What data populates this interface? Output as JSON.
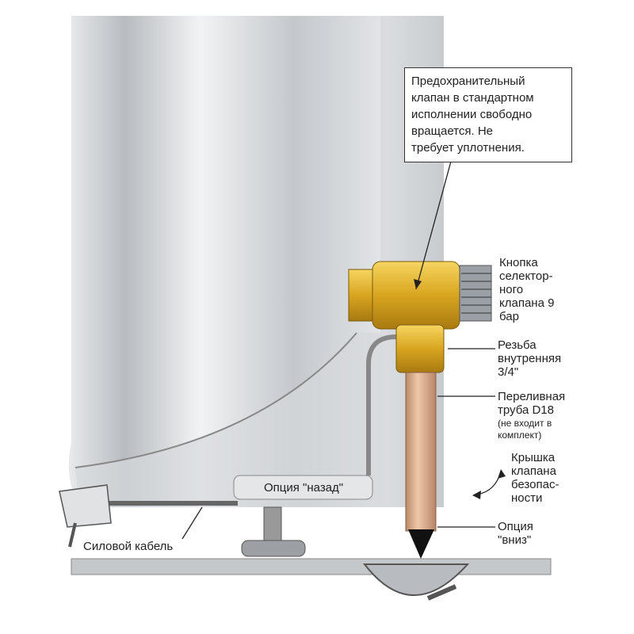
{
  "callout": {
    "text": "Предохранительный\nклапан в стандартном\nисполнении свободно\nвращается. Не\nтребует уплотнения."
  },
  "labels": {
    "button": "Кнопка\nселектор-\nного\nклапана 9\nбар",
    "thread": "Резьба\nвнутренняя\n3/4\"",
    "pipe_title": "Переливная\nтруба D18",
    "pipe_note": "(не входит в\nкомплект)",
    "cover": "Крышка\nклапана\nбезопас-\nности",
    "option_down": "Опция\n\"вниз\"",
    "option_back": "Опция \"назад\"",
    "power_cable": "Силовой кабель"
  },
  "colors": {
    "brass": "#d9a520",
    "pipe": "#d9a98a",
    "steel": "#c8ccd0"
  }
}
